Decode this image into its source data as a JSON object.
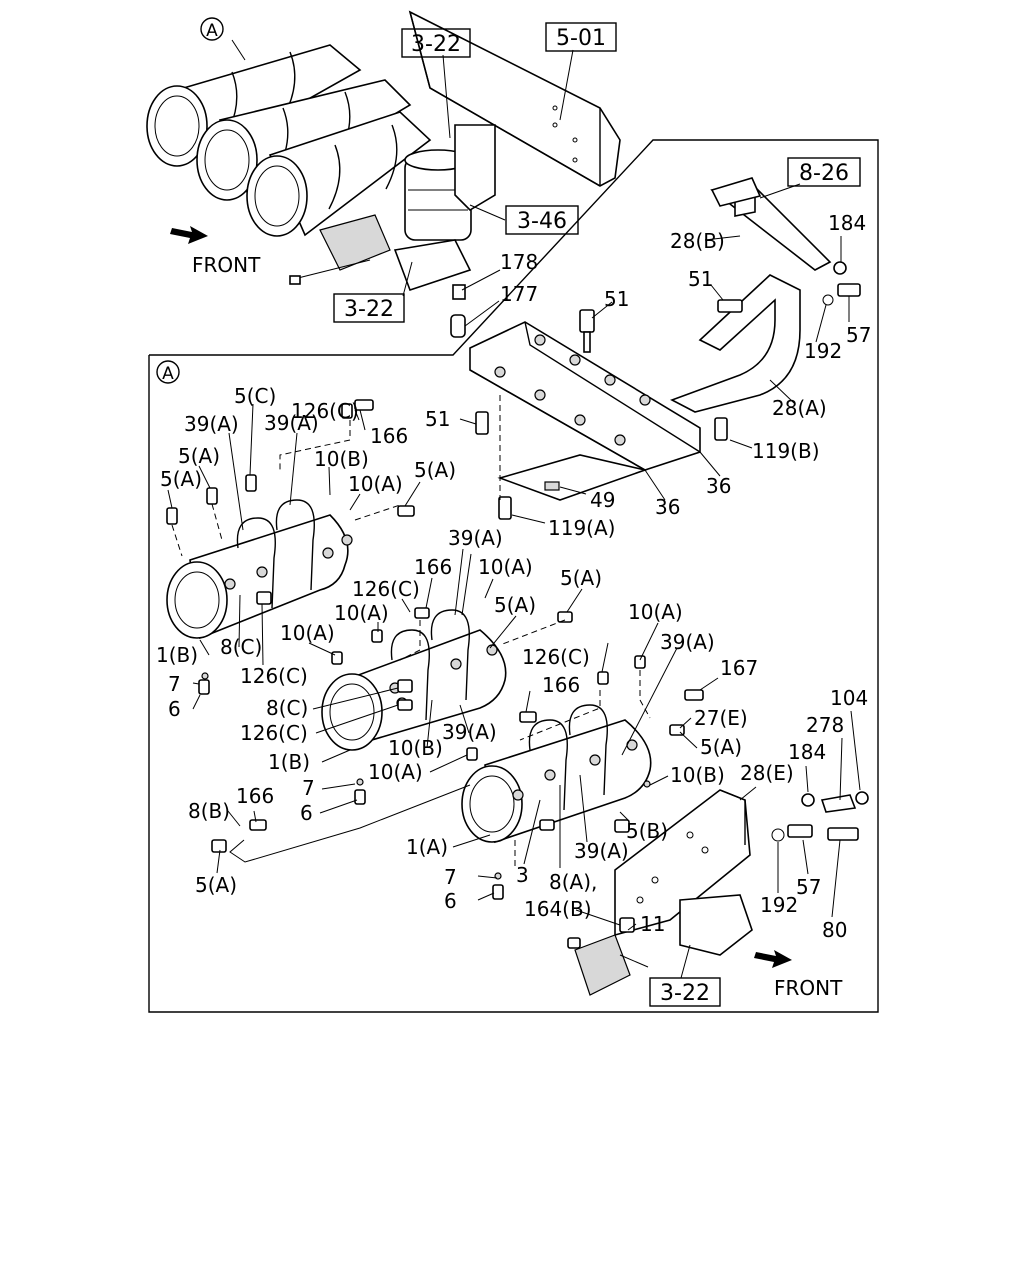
{
  "ref_boxes": {
    "b322a": "3-22",
    "b501": "5-01",
    "b826": "8-26",
    "b346": "3-46",
    "b322b": "3-22",
    "b322c": "3-22"
  },
  "front_labels": {
    "top": "FRONT",
    "bottom": "FRONT"
  },
  "callout_marker": "A",
  "labels": [
    "178",
    "177",
    "51",
    "184",
    "28(B)",
    "51",
    "57",
    "192",
    "28(A)",
    "119(B)",
    "51",
    "36",
    "36",
    "49",
    "119(A)",
    "126(C)",
    "5(C)",
    "39(A)",
    "39(A)",
    "166",
    "5(A)",
    "5(A)",
    "10(B)",
    "10(A)",
    "5(A)",
    "39(A)",
    "166",
    "10(A)",
    "126(C)",
    "5(A)",
    "10(A)",
    "10(A)",
    "5(A)",
    "1(B)",
    "8(C)",
    "126(C)",
    "10(A)",
    "39(A)",
    "126(C)",
    "167",
    "166",
    "7",
    "6",
    "8(C)",
    "27(E)",
    "126(C)",
    "39(A)",
    "5(A)",
    "104",
    "10(B)",
    "278",
    "1(B)",
    "184",
    "7",
    "10(A)",
    "28(E)",
    "10(B)",
    "6",
    "8(B)",
    "166",
    "5(B)",
    "1(A)",
    "39(A)",
    "57",
    "7",
    "3",
    "8(A),",
    "6",
    "5(A)",
    "192",
    "164(B)",
    "11",
    "80"
  ]
}
